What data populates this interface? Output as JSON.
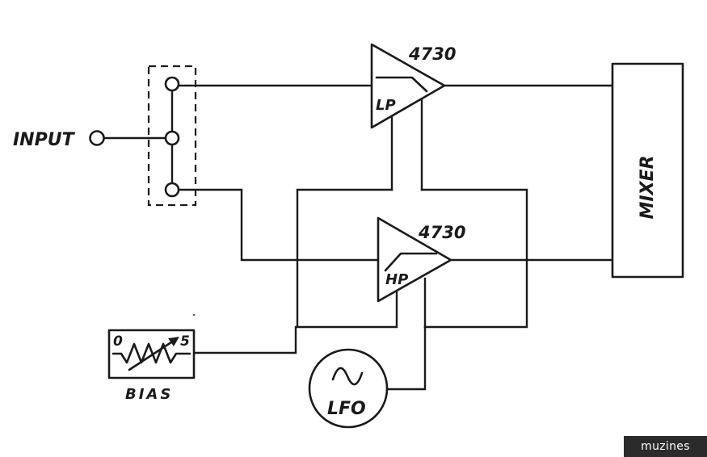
{
  "labels": {
    "input": "INPUT",
    "lp_chip": "4730",
    "lp": "LP",
    "hp_chip": "4730",
    "hp": "HP",
    "mixer": "MIXER",
    "bias": "BIAS",
    "bias_min": "0",
    "bias_max": "5",
    "lfo": "LFO"
  },
  "watermark": "muzines"
}
